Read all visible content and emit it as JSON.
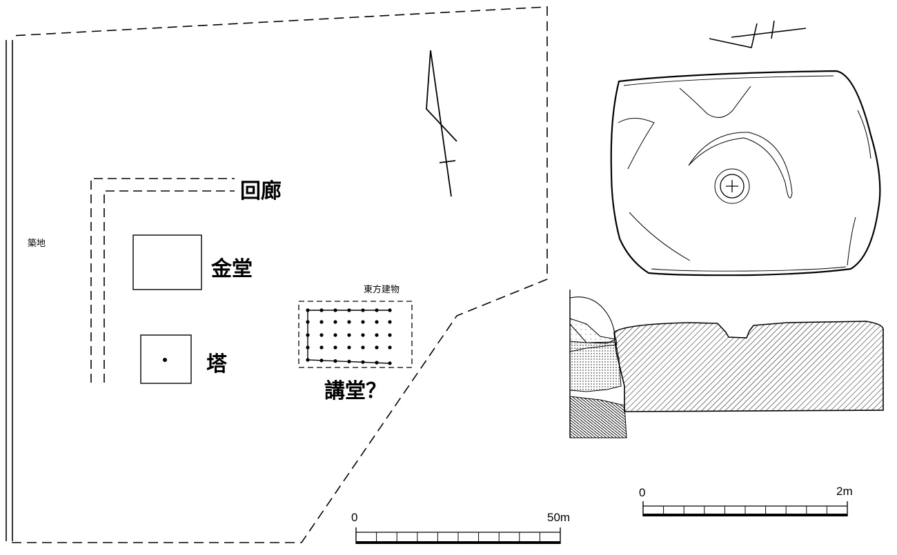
{
  "site_plan": {
    "labels": {
      "corridor": "回廊",
      "kondo": "金堂",
      "pagoda": "塔",
      "lecture_hall": "講堂？",
      "east_building": "東方建物",
      "wall": "築地"
    },
    "scale": {
      "start": "0",
      "end": "50m"
    }
  },
  "stone_drawing": {
    "scale": {
      "start": "0",
      "end": "2m"
    }
  }
}
